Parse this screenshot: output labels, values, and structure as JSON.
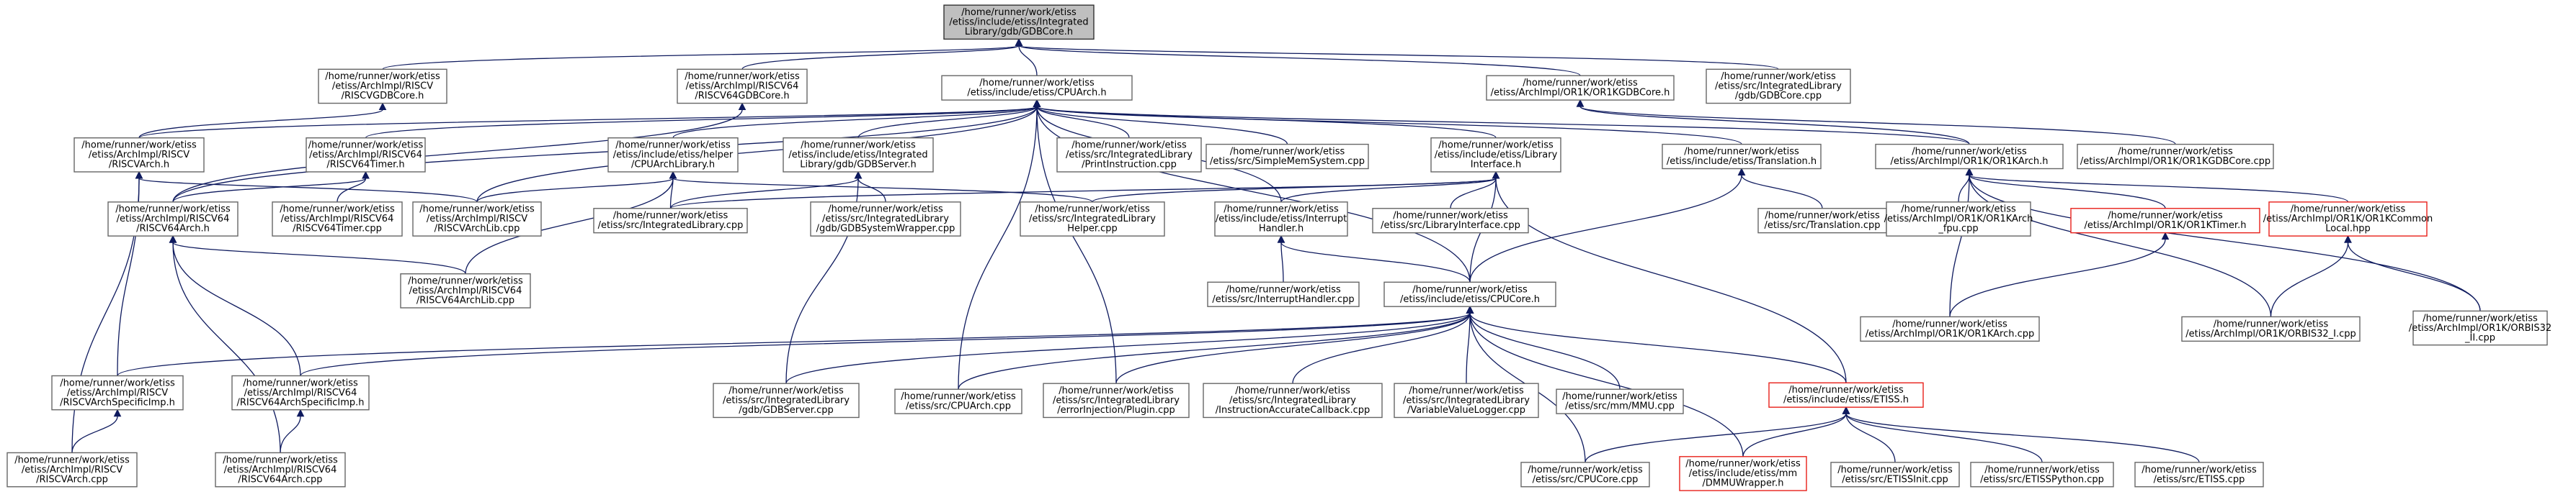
{
  "colors": {
    "edge": "#0e1a5e",
    "node_border": "#666666",
    "highlight_border": "#e8201a",
    "root_fill": "#bfbfbf"
  },
  "nodes": [
    {
      "id": "gdbcore",
      "lines": [
        "/home/runner/work/etiss",
        "/etiss/include/etiss/Integrated",
        "Library/gdb/GDBCore.h"
      ],
      "style": "root"
    },
    {
      "id": "riscvgdb",
      "lines": [
        "/home/runner/work/etiss",
        "/etiss/ArchImpl/RISCV",
        "/RISCVGDBCore.h"
      ]
    },
    {
      "id": "riscv64gdb",
      "lines": [
        "/home/runner/work/etiss",
        "/etiss/ArchImpl/RISCV64",
        "/RISCV64GDBCore.h"
      ]
    },
    {
      "id": "cpuarch",
      "lines": [
        "/home/runner/work/etiss",
        "/etiss/include/etiss/CPUArch.h"
      ]
    },
    {
      "id": "or1kgdbh",
      "lines": [
        "/home/runner/work/etiss",
        "/etiss/ArchImpl/OR1K/OR1KGDBCore.h"
      ]
    },
    {
      "id": "gdbcorecpp",
      "lines": [
        "/home/runner/work/etiss",
        "/etiss/src/IntegratedLibrary",
        "/gdb/GDBCore.cpp"
      ]
    },
    {
      "id": "riscvarch",
      "lines": [
        "/home/runner/work/etiss",
        "/etiss/ArchImpl/RISCV",
        "/RISCVArch.h"
      ]
    },
    {
      "id": "riscv64timerh",
      "lines": [
        "/home/runner/work/etiss",
        "/etiss/ArchImpl/RISCV64",
        "/RISCV64Timer.h"
      ]
    },
    {
      "id": "helpercpu",
      "lines": [
        "/home/runner/work/etiss",
        "/etiss/include/etiss/helper",
        "/CPUArchLibrary.h"
      ]
    },
    {
      "id": "gdbserverh",
      "lines": [
        "/home/runner/work/etiss",
        "/etiss/include/etiss/Integrated",
        "Library/gdb/GDBServer.h"
      ]
    },
    {
      "id": "printinstr",
      "lines": [
        "/home/runner/work/etiss",
        "/etiss/src/IntegratedLibrary",
        "/PrintInstruction.cpp"
      ]
    },
    {
      "id": "simplemem",
      "lines": [
        "/home/runner/work/etiss",
        "/etiss/src/SimpleMemSystem.cpp"
      ]
    },
    {
      "id": "libif",
      "lines": [
        "/home/runner/work/etiss",
        "/etiss/include/etiss/Library",
        "Interface.h"
      ]
    },
    {
      "id": "translationh",
      "lines": [
        "/home/runner/work/etiss",
        "/etiss/include/etiss/Translation.h"
      ]
    },
    {
      "id": "or1karch",
      "lines": [
        "/home/runner/work/etiss",
        "/etiss/ArchImpl/OR1K/OR1KArch.h"
      ]
    },
    {
      "id": "or1kgdbcpp",
      "lines": [
        "/home/runner/work/etiss",
        "/etiss/ArchImpl/OR1K/OR1KGDBCore.cpp"
      ]
    },
    {
      "id": "riscv64arch",
      "lines": [
        "/home/runner/work/etiss",
        "/etiss/ArchImpl/RISCV64",
        "/RISCV64Arch.h"
      ]
    },
    {
      "id": "riscv64timercpp",
      "lines": [
        "/home/runner/work/etiss",
        "/etiss/ArchImpl/RISCV64",
        "/RISCV64Timer.cpp"
      ]
    },
    {
      "id": "riscvarchlib",
      "lines": [
        "/home/runner/work/etiss",
        "/etiss/ArchImpl/RISCV",
        "/RISCVArchLib.cpp"
      ]
    },
    {
      "id": "intlibcpp",
      "lines": [
        "/home/runner/work/etiss",
        "/etiss/src/IntegratedLibrary.cpp"
      ]
    },
    {
      "id": "gdbsyswrap",
      "lines": [
        "/home/runner/work/etiss",
        "/etiss/src/IntegratedLibrary",
        "/gdb/GDBSystemWrapper.cpp"
      ]
    },
    {
      "id": "intlibhelper",
      "lines": [
        "/home/runner/work/etiss",
        "/etiss/src/IntegratedLibrary",
        "Helper.cpp"
      ]
    },
    {
      "id": "interrupth",
      "lines": [
        "/home/runner/work/etiss",
        "/etiss/include/etiss/Interrupt",
        "Handler.h"
      ]
    },
    {
      "id": "libifcpp",
      "lines": [
        "/home/runner/work/etiss",
        "/etiss/src/LibraryInterface.cpp"
      ]
    },
    {
      "id": "translationcpp",
      "lines": [
        "/home/runner/work/etiss",
        "/etiss/src/Translation.cpp"
      ]
    },
    {
      "id": "or1karchfpu",
      "lines": [
        "/home/runner/work/etiss",
        "/etiss/ArchImpl/OR1K/OR1KArch",
        "_fpu.cpp"
      ]
    },
    {
      "id": "or1ktimer",
      "lines": [
        "/home/runner/work/etiss",
        "/etiss/ArchImpl/OR1K/OR1KTimer.h"
      ],
      "style": "red"
    },
    {
      "id": "or1kcommon",
      "lines": [
        "/home/runner/work/etiss",
        "/etiss/ArchImpl/OR1K/OR1KCommon",
        "Local.hpp"
      ],
      "style": "red"
    },
    {
      "id": "riscv64archlib",
      "lines": [
        "/home/runner/work/etiss",
        "/etiss/ArchImpl/RISCV64",
        "/RISCV64ArchLib.cpp"
      ]
    },
    {
      "id": "interruptcpp",
      "lines": [
        "/home/runner/work/etiss",
        "/etiss/src/InterruptHandler.cpp"
      ]
    },
    {
      "id": "cpucoreh",
      "lines": [
        "/home/runner/work/etiss",
        "/etiss/include/etiss/CPUCore.h"
      ]
    },
    {
      "id": "or1karchcpp",
      "lines": [
        "/home/runner/work/etiss",
        "/etiss/ArchImpl/OR1K/OR1KArch.cpp"
      ]
    },
    {
      "id": "orbis32i",
      "lines": [
        "/home/runner/work/etiss",
        "/etiss/ArchImpl/OR1K/ORBIS32_I.cpp"
      ]
    },
    {
      "id": "orbis32ii",
      "lines": [
        "/home/runner/work/etiss",
        "/etiss/ArchImpl/OR1K/ORBIS32",
        "_II.cpp"
      ]
    },
    {
      "id": "riscvspec",
      "lines": [
        "/home/runner/work/etiss",
        "/etiss/ArchImpl/RISCV",
        "/RISCVArchSpecificImp.h"
      ]
    },
    {
      "id": "riscv64spec",
      "lines": [
        "/home/runner/work/etiss",
        "/etiss/ArchImpl/RISCV64",
        "/RISCV64ArchSpecificImp.h"
      ]
    },
    {
      "id": "gdbservercpp",
      "lines": [
        "/home/runner/work/etiss",
        "/etiss/src/IntegratedLibrary",
        "/gdb/GDBServer.cpp"
      ]
    },
    {
      "id": "cpuarchcpp",
      "lines": [
        "/home/runner/work/etiss",
        "/etiss/src/CPUArch.cpp"
      ]
    },
    {
      "id": "errinj",
      "lines": [
        "/home/runner/work/etiss",
        "/etiss/src/IntegratedLibrary",
        "/errorInjection/Plugin.cpp"
      ]
    },
    {
      "id": "instracc",
      "lines": [
        "/home/runner/work/etiss",
        "/etiss/src/IntegratedLibrary",
        "/InstructionAccurateCallback.cpp"
      ]
    },
    {
      "id": "varlogger",
      "lines": [
        "/home/runner/work/etiss",
        "/etiss/src/IntegratedLibrary",
        "/VariableValueLogger.cpp"
      ]
    },
    {
      "id": "mmucpp",
      "lines": [
        "/home/runner/work/etiss",
        "/etiss/src/mm/MMU.cpp"
      ]
    },
    {
      "id": "etissh",
      "lines": [
        "/home/runner/work/etiss",
        "/etiss/include/etiss/ETISS.h"
      ],
      "style": "red"
    },
    {
      "id": "riscvarchcpp",
      "lines": [
        "/home/runner/work/etiss",
        "/etiss/ArchImpl/RISCV",
        "/RISCVArch.cpp"
      ]
    },
    {
      "id": "riscv64archcpp",
      "lines": [
        "/home/runner/work/etiss",
        "/etiss/ArchImpl/RISCV64",
        "/RISCV64Arch.cpp"
      ]
    },
    {
      "id": "cpucorecpp",
      "lines": [
        "/home/runner/work/etiss",
        "/etiss/src/CPUCore.cpp"
      ]
    },
    {
      "id": "dmmuwrap",
      "lines": [
        "/home/runner/work/etiss",
        "/etiss/include/etiss/mm",
        "/DMMUWrapper.h"
      ],
      "style": "red"
    },
    {
      "id": "etissinit",
      "lines": [
        "/home/runner/work/etiss",
        "/etiss/src/ETISSInit.cpp"
      ]
    },
    {
      "id": "etisspython",
      "lines": [
        "/home/runner/work/etiss",
        "/etiss/src/ETISSPython.cpp"
      ]
    },
    {
      "id": "etisscpp",
      "lines": [
        "/home/runner/work/etiss",
        "/etiss/src/ETISS.cpp"
      ]
    }
  ]
}
